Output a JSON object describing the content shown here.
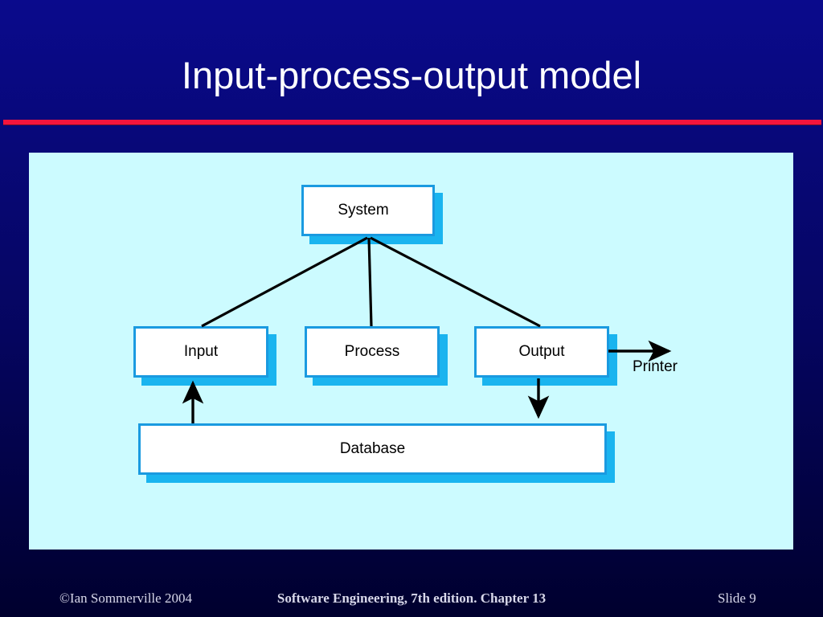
{
  "slide": {
    "title": "Input-process-output model",
    "accent_rule_color": "#f5143c",
    "background_color": "#05055e",
    "panel_color": "#ccfbff"
  },
  "diagram": {
    "type": "block-diagram",
    "node_border_color": "#1a9ae0",
    "node_fill_color": "#ffffff",
    "node_shadow_color": "#1ab4ef",
    "nodes": [
      {
        "id": "system",
        "label": "System"
      },
      {
        "id": "input",
        "label": "Input"
      },
      {
        "id": "process",
        "label": "Process"
      },
      {
        "id": "output",
        "label": "Output"
      },
      {
        "id": "database",
        "label": "Database"
      }
    ],
    "external_labels": [
      {
        "id": "printer",
        "label": "Printer"
      }
    ],
    "links": [
      {
        "from": "system",
        "to": "input",
        "arrow": false
      },
      {
        "from": "system",
        "to": "process",
        "arrow": false
      },
      {
        "from": "system",
        "to": "output",
        "arrow": false
      },
      {
        "from": "output",
        "to": "printer",
        "arrow": true
      },
      {
        "from": "output",
        "to": "database",
        "arrow": true
      },
      {
        "from": "database",
        "to": "input",
        "arrow": true
      }
    ]
  },
  "footer": {
    "copyright": "©Ian Sommerville 2004",
    "center": "Software Engineering, 7th edition. Chapter 13",
    "slide_number": "Slide  9"
  }
}
